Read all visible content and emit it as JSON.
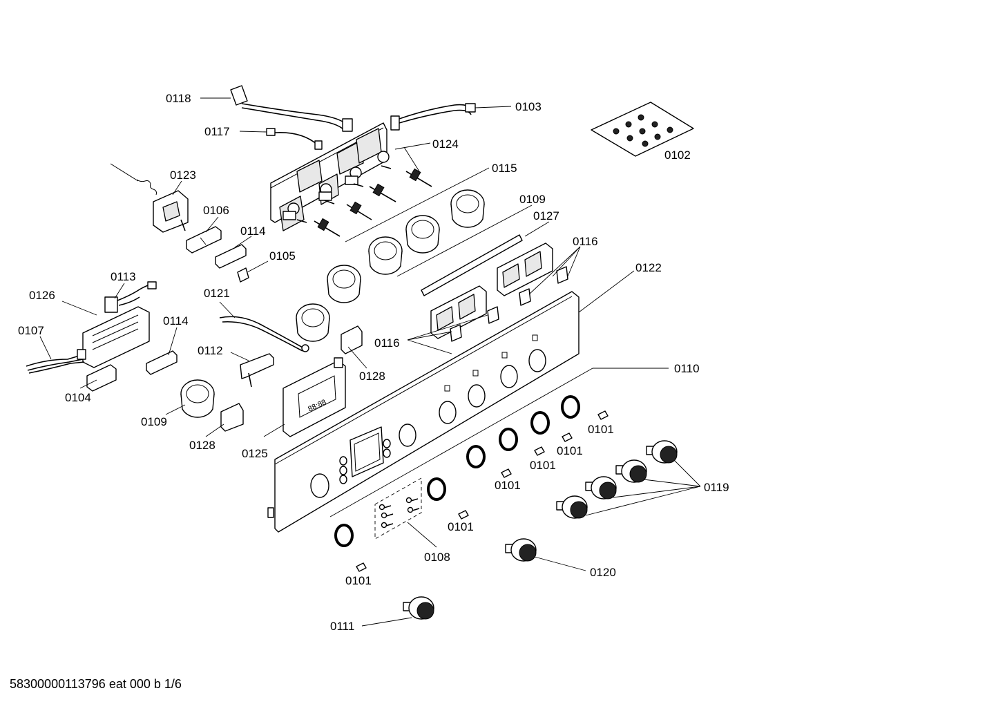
{
  "document_reference": "58300000113796 eat 000 b 1/6",
  "callouts": {
    "p0101": "0101",
    "p0102": "0102",
    "p0103": "0103",
    "p0104": "0104",
    "p0105": "0105",
    "p0106": "0106",
    "p0107": "0107",
    "p0108": "0108",
    "p0109": "0109",
    "p0110": "0110",
    "p0111": "0111",
    "p0112": "0112",
    "p0113": "0113",
    "p0114": "0114",
    "p0115": "0115",
    "p0116": "0116",
    "p0117": "0117",
    "p0118": "0118",
    "p0119": "0119",
    "p0120": "0120",
    "p0121": "0121",
    "p0122": "0122",
    "p0123": "0123",
    "p0124": "0124",
    "p0125": "0125",
    "p0126": "0126",
    "p0127": "0127",
    "p0128": "0128"
  },
  "display_digits": "88:88"
}
